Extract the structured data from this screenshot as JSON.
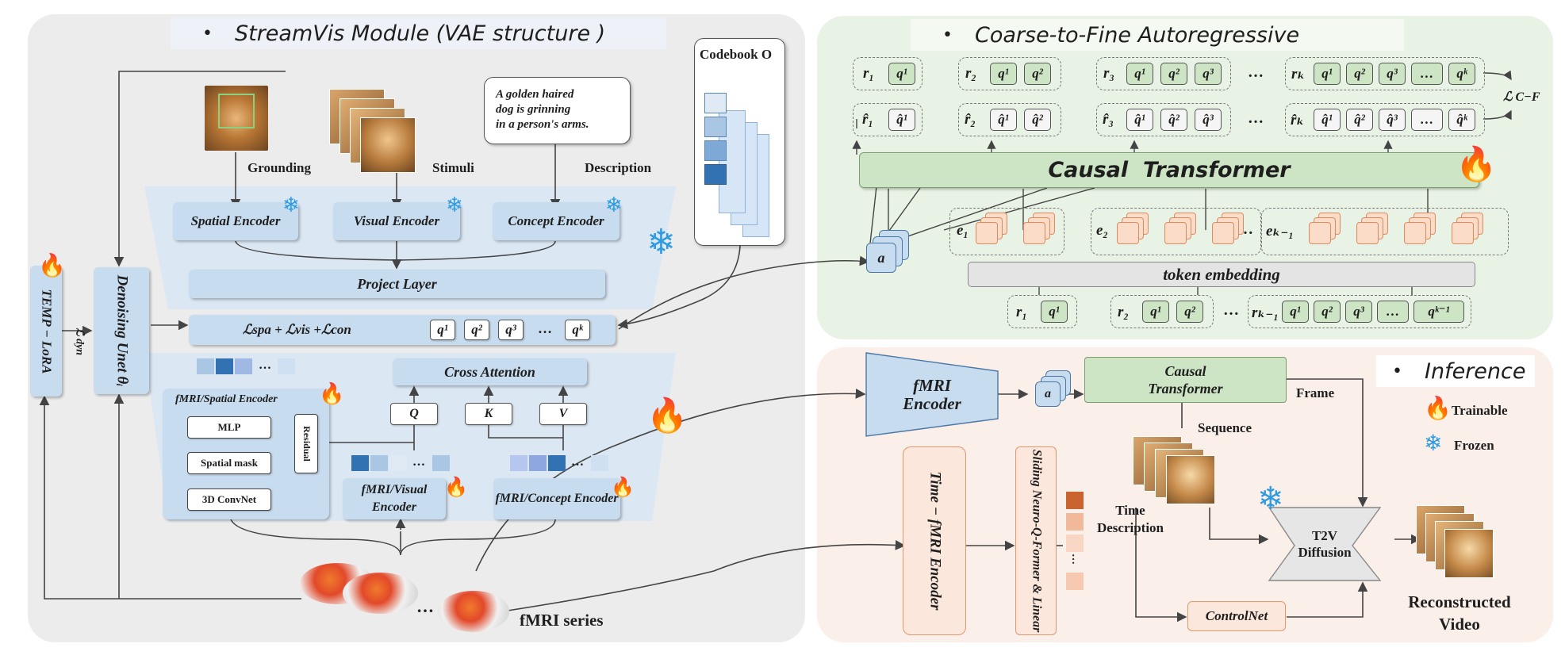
{
  "left_panel": {
    "title": "StreamVis Module (VAE structure )",
    "inputs": {
      "grounding": "Grounding",
      "stimuli": "Stimuli",
      "description": "Description"
    },
    "caption_text": [
      "A golden haired",
      "dog is grinning",
      "in a person's arms."
    ],
    "encoders": [
      "Spatial Encoder",
      "Visual Encoder",
      "Concept Encoder"
    ],
    "project_layer": "Project Layer",
    "codebook": "Codebook O",
    "temp_lora": "TEMP − LoRA",
    "denoising": "Denoising Unet θᵢ",
    "l_dyn": "ℒ dyn",
    "loss_formula": "ℒspa + ℒvis +ℒcon",
    "q_tokens": [
      "q¹",
      "q²",
      "q³",
      "…",
      "qᵏ"
    ],
    "cross_attention": "Cross Attention",
    "qkv": [
      "Q",
      "K",
      "V"
    ],
    "fmri_spatial_encoder": "fMRI/Spatial Encoder",
    "spatial_blocks": [
      "MLP",
      "Spatial mask",
      "3D ConvNet"
    ],
    "residual": "Residual",
    "fmri_visual_encoder": "fMRI/Visual Encoder",
    "fmri_concept_encoder": "fMRI/Concept Encoder",
    "ellipsis": "…",
    "fmri_series": "fMRI series"
  },
  "right_top_panel": {
    "title": "Coarse-to-Fine Autoregressive",
    "output_rows": [
      [
        "r₁",
        "q¹"
      ],
      [
        "r₂",
        "q¹",
        "q²"
      ],
      [
        "r₃",
        "q¹",
        "q²",
        "q³"
      ],
      [
        "rₖ",
        "q¹",
        "q²",
        "q³",
        "…",
        "qᵏ"
      ]
    ],
    "pred_rows": [
      [
        "r̂₁",
        "q̂¹"
      ],
      [
        "r̂₂",
        "q̂¹",
        "q̂²"
      ],
      [
        "r̂₃",
        "q̂¹",
        "q̂²",
        "q̂³"
      ],
      [
        "r̂ₖ",
        "q̂¹",
        "q̂²",
        "q̂³",
        "…",
        "q̂ᵏ"
      ]
    ],
    "loss": "ℒ C−F",
    "causal_transformer": "Causal  Transformer",
    "a_token": "a",
    "e_labels": [
      "e₁",
      "e₂",
      "…",
      "eₖ₋₁"
    ],
    "token_embedding": "token embedding",
    "input_rows": [
      [
        "r₁",
        "q¹"
      ],
      [
        "r₂",
        "q¹",
        "q²"
      ],
      [
        "rₖ₋₁",
        "q¹",
        "q²",
        "q³",
        "…",
        "qᵏ⁻¹"
      ]
    ],
    "dots": "…"
  },
  "right_bottom_panel": {
    "title": "Inference",
    "fmri_encoder": "fMRI Encoder",
    "a_token": "a",
    "causal_transformer": "Causal Transformer",
    "frame": "Frame",
    "sequence": "Sequence",
    "time_fmri_encoder": "Time − fMRI Encoder",
    "sliding": "Sliding Neuro-Q-Former & Linear",
    "time_description": "Time Description",
    "ellipsis": "…",
    "t2v": "T2V Diffusion",
    "controlnet": "ControlNet",
    "reconstructed": "Reconstructed Video",
    "legend": {
      "trainable": "Trainable",
      "frozen": "Frozen"
    }
  },
  "colors": {
    "left_bg": "#ececec",
    "right_top_bg": "#e9f3e5",
    "right_bottom_bg": "#fbefea",
    "blue_box": "#c8dcef",
    "green_box": "#cde5c4",
    "orange_border": "#e5966d",
    "flame": "#f26a21",
    "snowflake": "#2f9be0"
  }
}
